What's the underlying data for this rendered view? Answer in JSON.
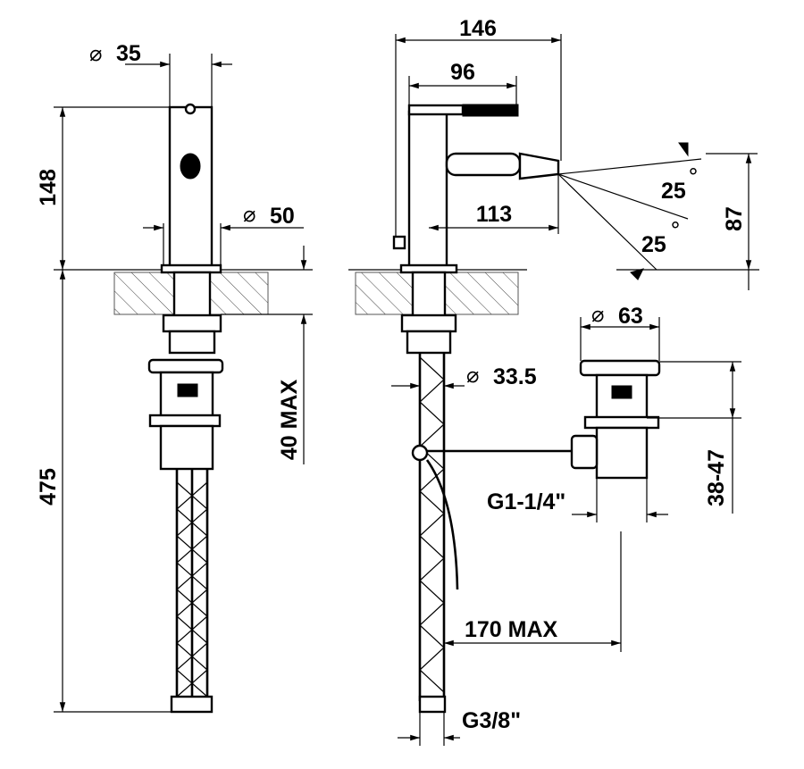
{
  "title": "Bidet mixer technical dimension drawing",
  "diameter_symbol": "⌀",
  "degree_symbol": "°",
  "left_view": {
    "diameter_top": "35",
    "height_spout": "148",
    "diameter_base": "50",
    "total_height": "475",
    "deck_thickness": "40 MAX"
  },
  "right_view": {
    "overall_depth": "146",
    "lever_length": "96",
    "spout_reach": "113",
    "spray_angle_up": "25",
    "spray_angle_down": "25",
    "spout_height": "87",
    "waste_diameter": "63",
    "hose_diameter": "33.5",
    "waste_range": "38-47",
    "waste_thread": "G1-1/4\"",
    "rod_length": "170 MAX",
    "supply_thread": "G3/8\""
  }
}
